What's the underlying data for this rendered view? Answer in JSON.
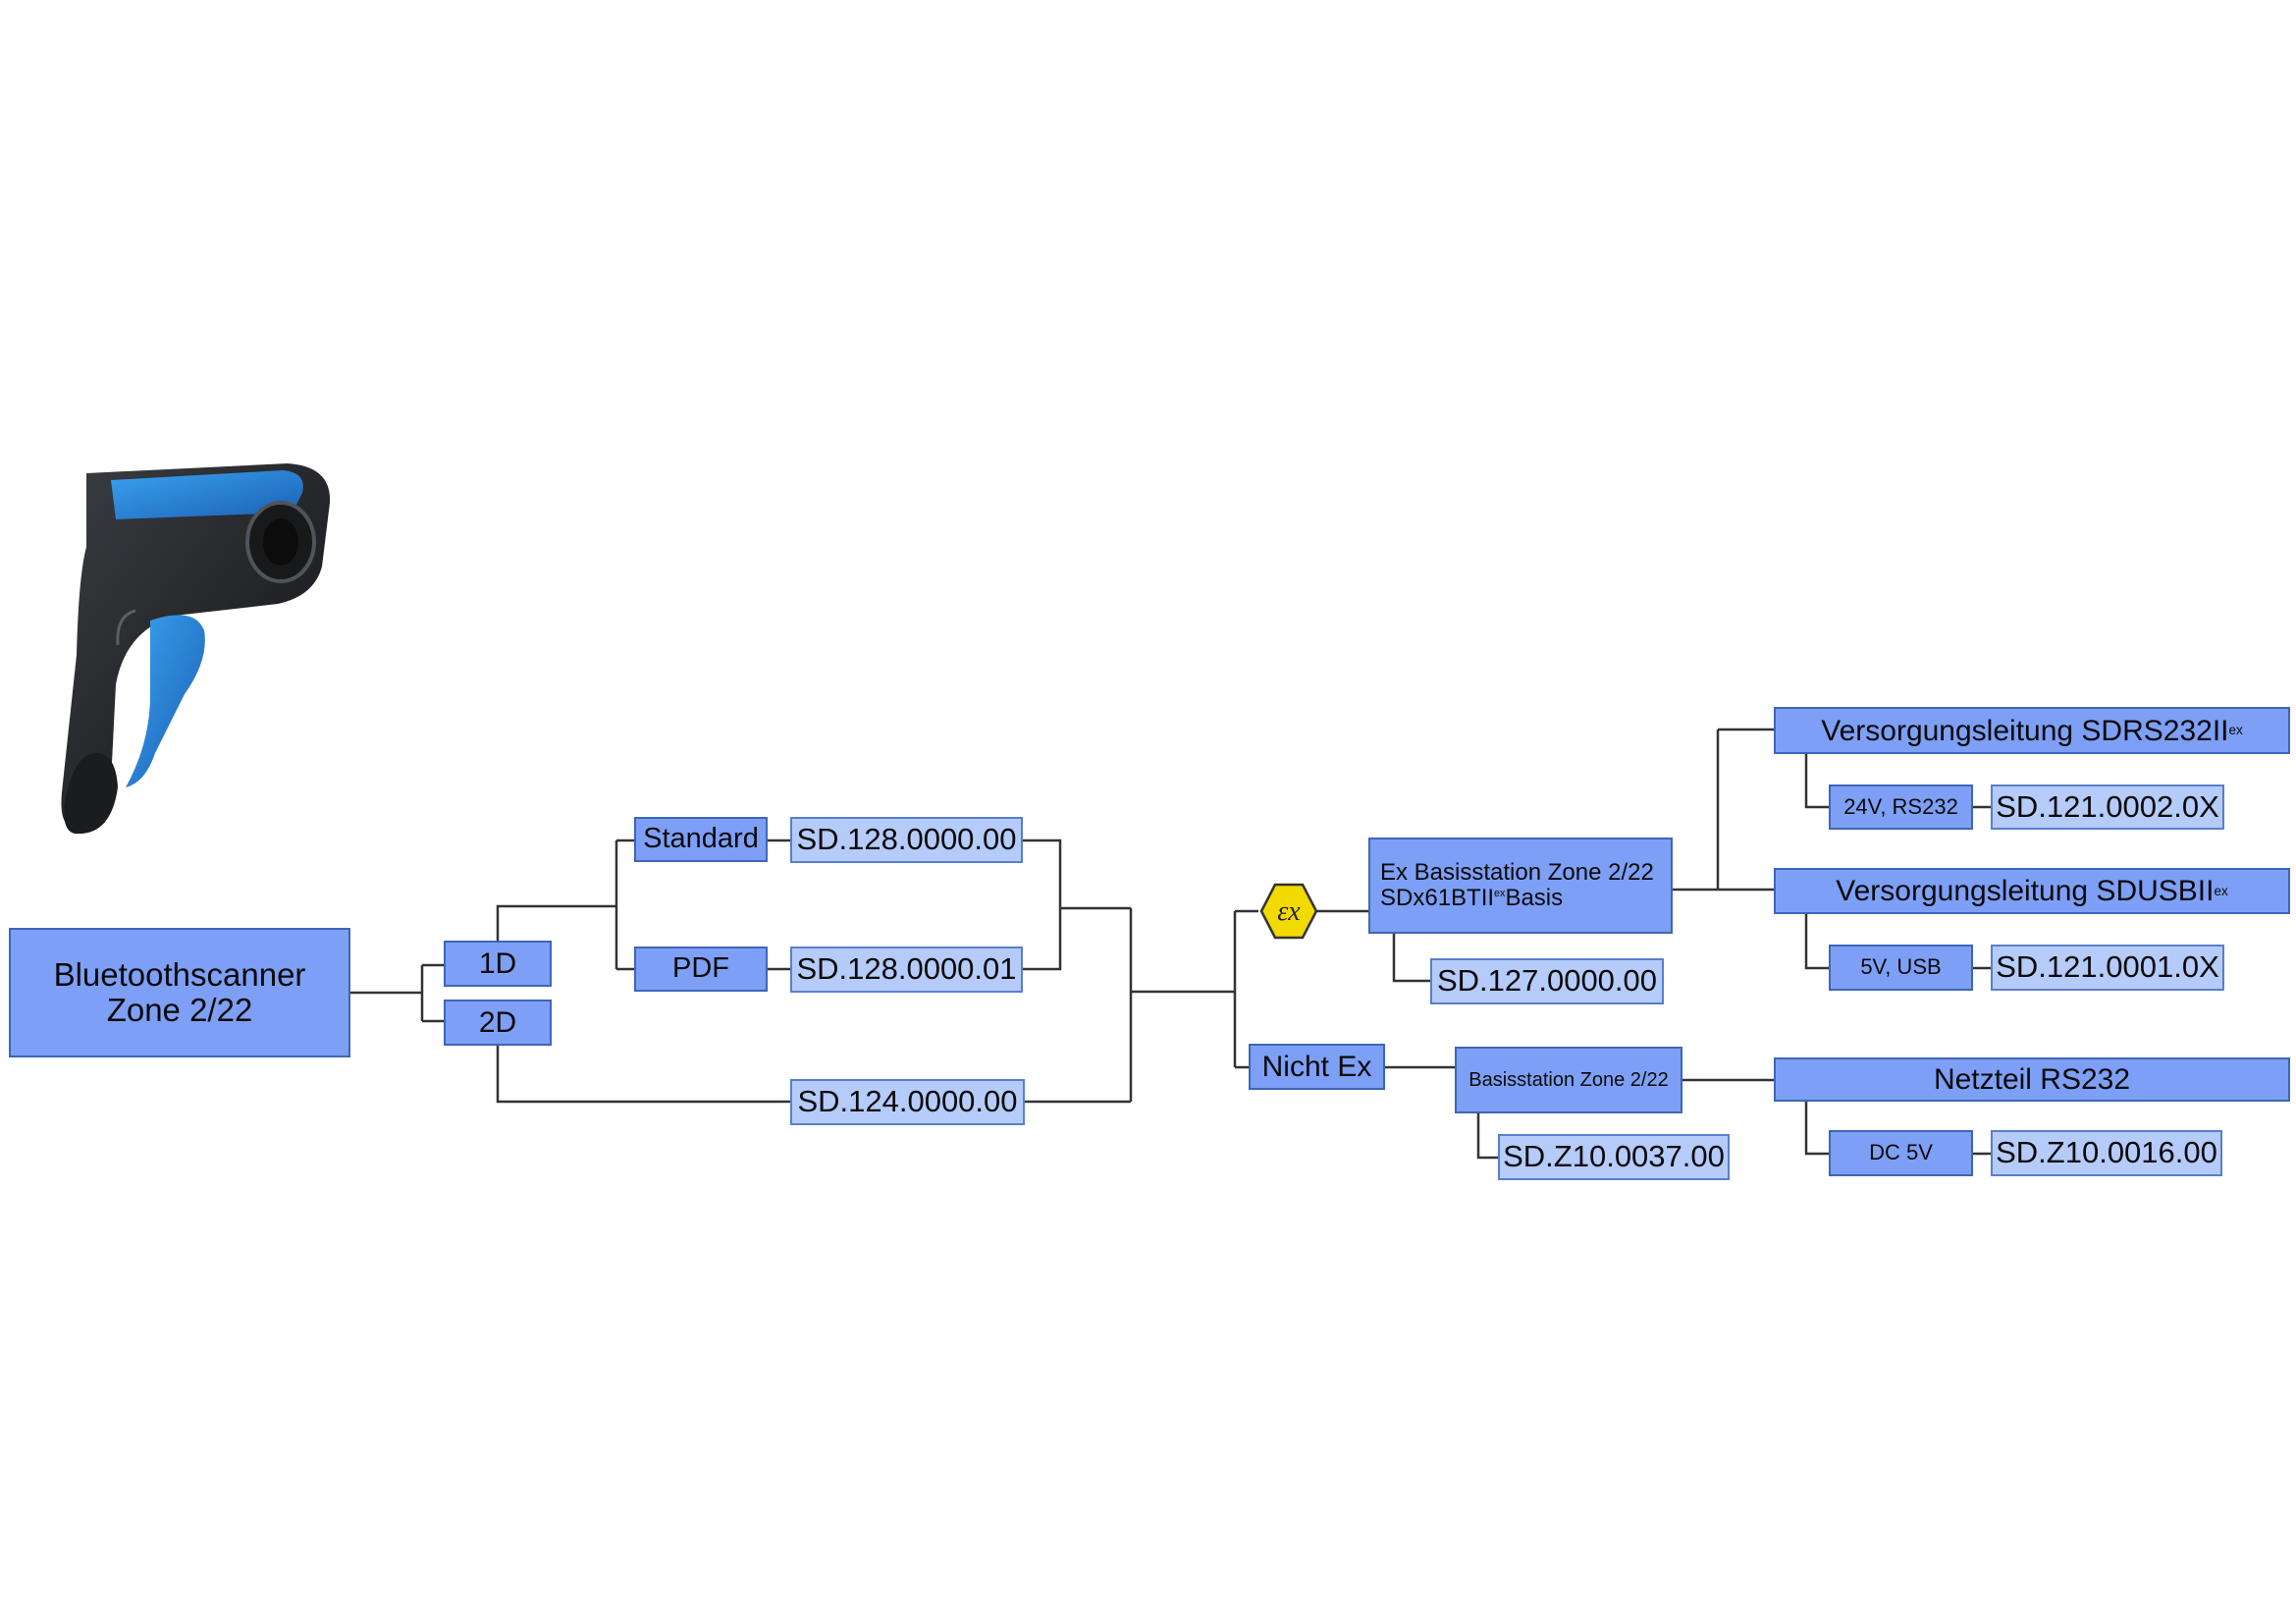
{
  "colors": {
    "box_dark": "#7d9ff6",
    "box_light": "#b5cbfa",
    "wire": "#333333",
    "ex_symbol": "#f2d900"
  },
  "scanner_image": {
    "icon": "barcode-scanner-icon"
  },
  "ex_symbol": {
    "icon": "atex-ex-icon"
  },
  "nodes": {
    "root": {
      "line1": "Bluetoothscanner",
      "line2": "Zone 2/22"
    },
    "opt_1d": "1D",
    "opt_2d": "2D",
    "standard": "Standard",
    "pdf": "PDF",
    "sd_standard": "SD.128.0000.00",
    "sd_pdf": "SD.128.0000.01",
    "sd_2d": "SD.124.0000.00",
    "ex_base": {
      "line1": "Ex Basisstation Zone 2/22",
      "line2": "SDx61BTII",
      "line2_sup": "ex",
      "line2_suffix": "Basis"
    },
    "sd_ex_base": "SD.127.0000.00",
    "nicht_ex": "Nicht Ex",
    "base": "Basisstation Zone 2/22",
    "sd_base": "SD.Z10.0037.00",
    "supply_rs232": {
      "text": "Versorgungsleitung SDRS232II",
      "sup": "ex"
    },
    "v24_rs232": "24V, RS232",
    "sd_supply_rs232": "SD.121.0002.0X",
    "supply_usb": {
      "text": "Versorgungsleitung SDUSBII",
      "sup": "ex"
    },
    "v5_usb": "5V, USB",
    "sd_supply_usb": "SD.121.0001.0X",
    "netzteil": "Netzteil RS232",
    "dc5v": "DC 5V",
    "sd_netzteil": "SD.Z10.0016.00"
  }
}
